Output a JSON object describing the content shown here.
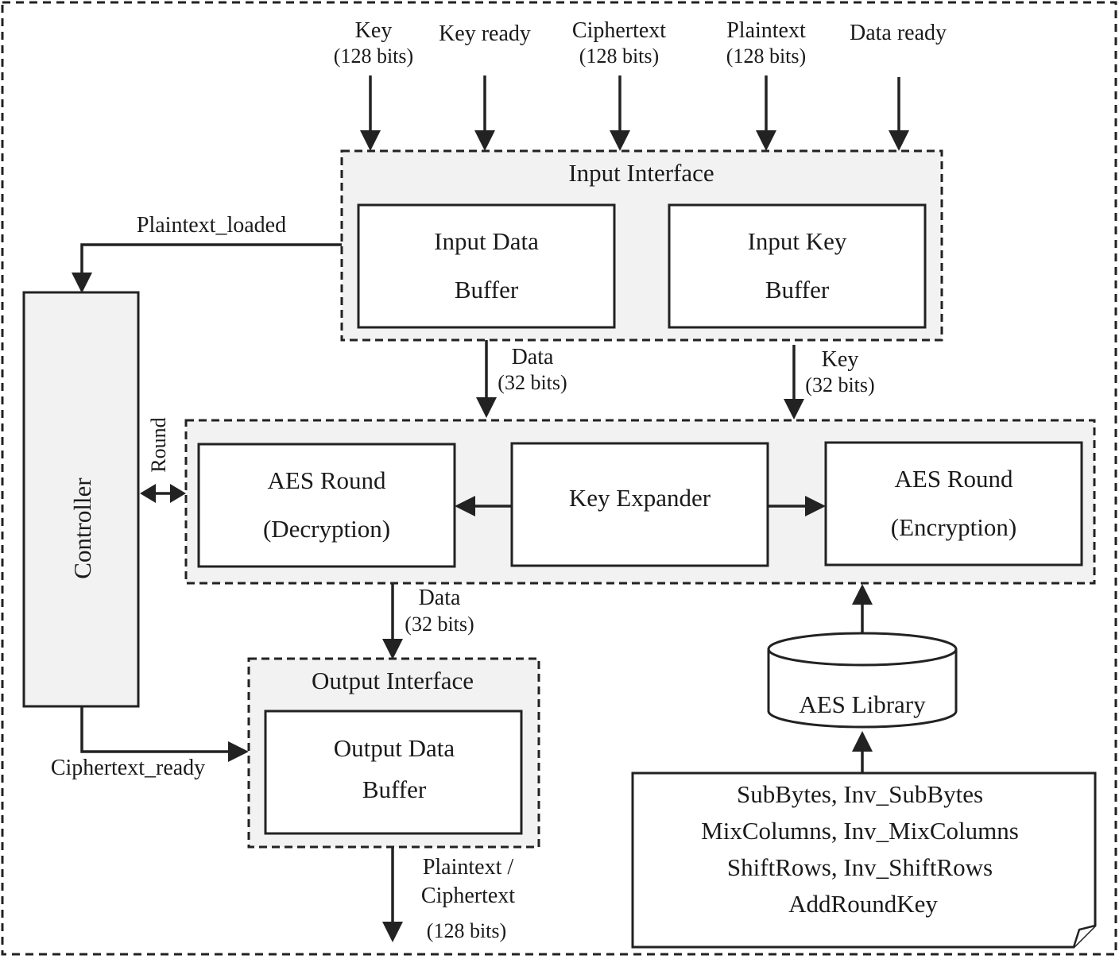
{
  "inputs": {
    "key": {
      "line1": "Key",
      "line2": "(128 bits)"
    },
    "key_ready": "Key ready",
    "ciphertext": {
      "line1": "Ciphertext",
      "line2": "(128 bits)"
    },
    "plaintext": {
      "line1": "Plaintext",
      "line2": "(128 bits)"
    },
    "data_ready": "Data ready"
  },
  "input_interface": {
    "title": "Input Interface",
    "data_buffer": {
      "line1": "Input Data",
      "line2": "Buffer"
    },
    "key_buffer": {
      "line1": "Input Key",
      "line2": "Buffer"
    }
  },
  "signals": {
    "plaintext_loaded": "Plaintext_loaded",
    "ciphertext_ready": "Ciphertext_ready",
    "round": "Round",
    "data_in": {
      "line1": "Data",
      "line2": "(32 bits)"
    },
    "key_in": {
      "line1": "Key",
      "line2": "(32 bits)"
    },
    "data_out": {
      "line1": "Data",
      "line2": "(32 bits)"
    },
    "final_out": {
      "line1": "Plaintext /",
      "line2": "Ciphertext",
      "line3": "(128 bits)"
    }
  },
  "controller": "Controller",
  "core": {
    "decryption": {
      "line1": "AES Round",
      "line2": "(Decryption)"
    },
    "key_expander": "Key Expander",
    "encryption": {
      "line1": "AES Round",
      "line2": "(Encryption)"
    }
  },
  "output_interface": {
    "title": "Output Interface",
    "data_buffer": {
      "line1": "Output Data",
      "line2": "Buffer"
    }
  },
  "library": {
    "name": "AES Library",
    "functions": [
      "SubBytes, Inv_SubBytes",
      "MixColumns, Inv_MixColumns",
      "ShiftRows, Inv_ShiftRows",
      "AddRoundKey"
    ]
  }
}
